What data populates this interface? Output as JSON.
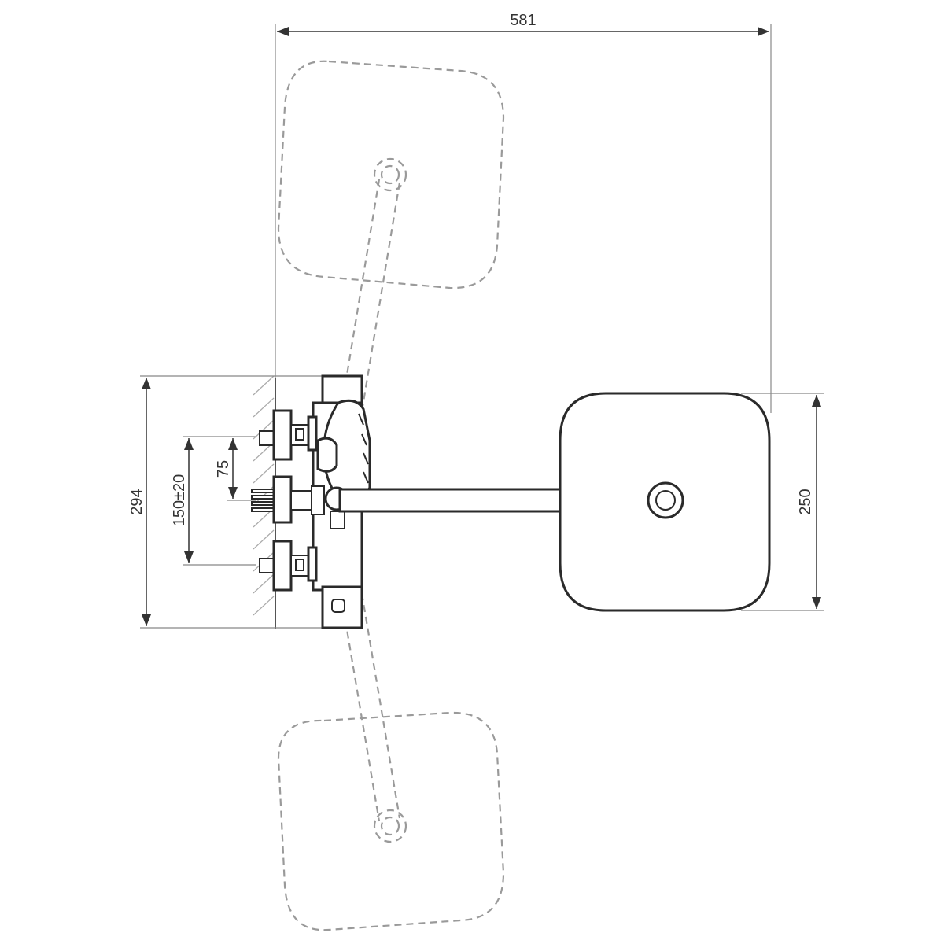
{
  "dimensions": {
    "overall_width": "581",
    "mount_height": "294",
    "inlet_spacing": "150±20",
    "outlet_offset": "75",
    "head_size": "250"
  },
  "colors": {
    "line": "#2a2a2a",
    "ghost": "#9a9a9a",
    "dimension": "#333333",
    "background": "#ffffff"
  }
}
